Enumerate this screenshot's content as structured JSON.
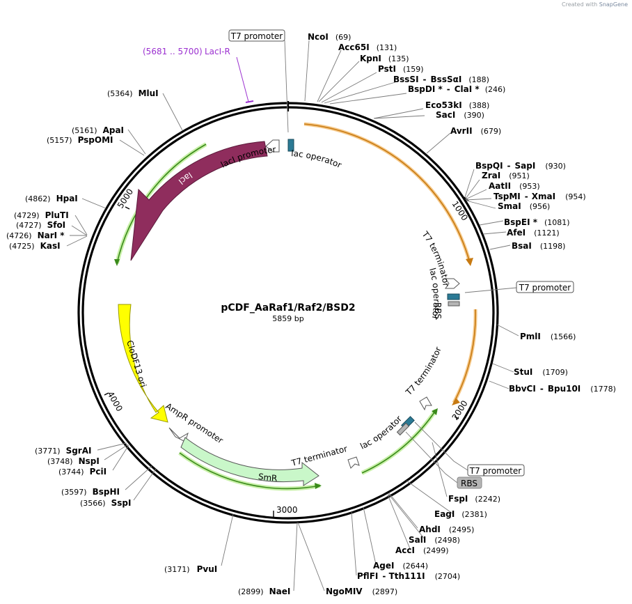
{
  "credit": {
    "prefix": "Created with",
    "brand": "SnapGene"
  },
  "plasmid": {
    "name": "pCDF_AaRaf1/Raf2/BSD2",
    "length": 5859,
    "length_label": "5859 bp"
  },
  "ticks": [
    {
      "bp": 1000,
      "label": "1000"
    },
    {
      "bp": 2000,
      "label": "2000"
    },
    {
      "bp": 3000,
      "label": "3000"
    },
    {
      "bp": 4000,
      "label": "4000"
    },
    {
      "bp": 5000,
      "label": "5000"
    }
  ],
  "colors": {
    "backbone": "#000000",
    "lacI": "#8f2d5d",
    "ori": "#ffff00",
    "smr": "#c9f7c9",
    "terminator_orange": "#e8a12e",
    "terminator_green": "#5aa321",
    "operator": "#2b7a95",
    "rbs": "#b5b5b5",
    "primer": "#9b30d0"
  },
  "features": {
    "lacI": "lacI",
    "lacI_promoter": "lacI promoter",
    "lac_operator_top": "lac operator",
    "cloDF13": "CloDF13 ori",
    "ampR_promoter": "AmpR promoter",
    "smr": "SmR",
    "t7_term_right1": "T7 terminator",
    "lac_operator_right": "lac operator",
    "rbs_right": "RBS",
    "t7_term_right2": "T7 terminator",
    "lac_operator_bottom": "lac operator",
    "t7_term_bottom": "T7 terminator"
  },
  "boxed": [
    {
      "label": "T7 promoter"
    },
    {
      "label": "T7 promoter"
    },
    {
      "label": "T7 promoter"
    },
    {
      "label": "RBS"
    }
  ],
  "primer": {
    "label": "LacI-R",
    "range": "(5681 .. 5700)"
  },
  "sites": [
    {
      "name": "NcoI",
      "pos": "(69)"
    },
    {
      "name": "Acc65I",
      "pos": "(131)"
    },
    {
      "name": "KpnI",
      "pos": "(135)"
    },
    {
      "name": "PstI",
      "pos": "(159)"
    },
    {
      "name": "BssSI",
      "sep": "-",
      "name2": "BssSαI",
      "pos": "(188)"
    },
    {
      "name": "BspDI *",
      "sep": "-",
      "name2": "ClaI *",
      "pos": "(246)"
    },
    {
      "name": "Eco53kI",
      "pos": "(388)"
    },
    {
      "name": "SacI",
      "pos": "(390)"
    },
    {
      "name": "AvrII",
      "pos": "(679)"
    },
    {
      "name": "BspQI",
      "sep": "-",
      "name2": "SapI",
      "pos": "(930)"
    },
    {
      "name": "ZraI",
      "pos": "(951)"
    },
    {
      "name": "AatII",
      "pos": "(953)"
    },
    {
      "name": "TspMI",
      "sep": "-",
      "name2": "XmaI",
      "pos": "(954)"
    },
    {
      "name": "SmaI",
      "pos": "(956)"
    },
    {
      "name": "BspEI *",
      "pos": "(1081)"
    },
    {
      "name": "AfeI",
      "pos": "(1121)"
    },
    {
      "name": "BsaI",
      "pos": "(1198)"
    },
    {
      "name": "PmlI",
      "pos": "(1566)"
    },
    {
      "name": "StuI",
      "pos": "(1709)"
    },
    {
      "name": "BbvCI",
      "sep": "-",
      "name2": "Bpu10I",
      "pos": "(1778)"
    },
    {
      "name": "FspI",
      "pos": "(2242)"
    },
    {
      "name": "EagI",
      "pos": "(2381)"
    },
    {
      "name": "AhdI",
      "pos": "(2495)"
    },
    {
      "name": "SalI",
      "pos": "(2498)"
    },
    {
      "name": "AccI",
      "pos": "(2499)"
    },
    {
      "name": "AgeI",
      "pos": "(2644)"
    },
    {
      "name": "PflFI",
      "sep": "-",
      "name2": "Tth111I",
      "pos": "(2704)"
    },
    {
      "name": "NgoMIV",
      "pos": "(2897)"
    },
    {
      "name": "NaeI",
      "pos": "(2899)"
    },
    {
      "name": "PvuI",
      "pos": "(3171)"
    },
    {
      "name": "SspI",
      "pos": "(3566)"
    },
    {
      "name": "BspHI",
      "pos": "(3597)"
    },
    {
      "name": "PciI",
      "pos": "(3744)"
    },
    {
      "name": "NspI",
      "pos": "(3748)"
    },
    {
      "name": "SgrAI",
      "pos": "(3771)"
    },
    {
      "name": "KasI",
      "pos": "(4725)"
    },
    {
      "name": "NarI *",
      "pos": "(4726)"
    },
    {
      "name": "SfoI",
      "pos": "(4727)"
    },
    {
      "name": "PluTI",
      "pos": "(4729)"
    },
    {
      "name": "HpaI",
      "pos": "(4862)"
    },
    {
      "name": "PspOMI",
      "pos": "(5157)"
    },
    {
      "name": "ApaI",
      "pos": "(5161)"
    },
    {
      "name": "MluI",
      "pos": "(5364)"
    }
  ]
}
